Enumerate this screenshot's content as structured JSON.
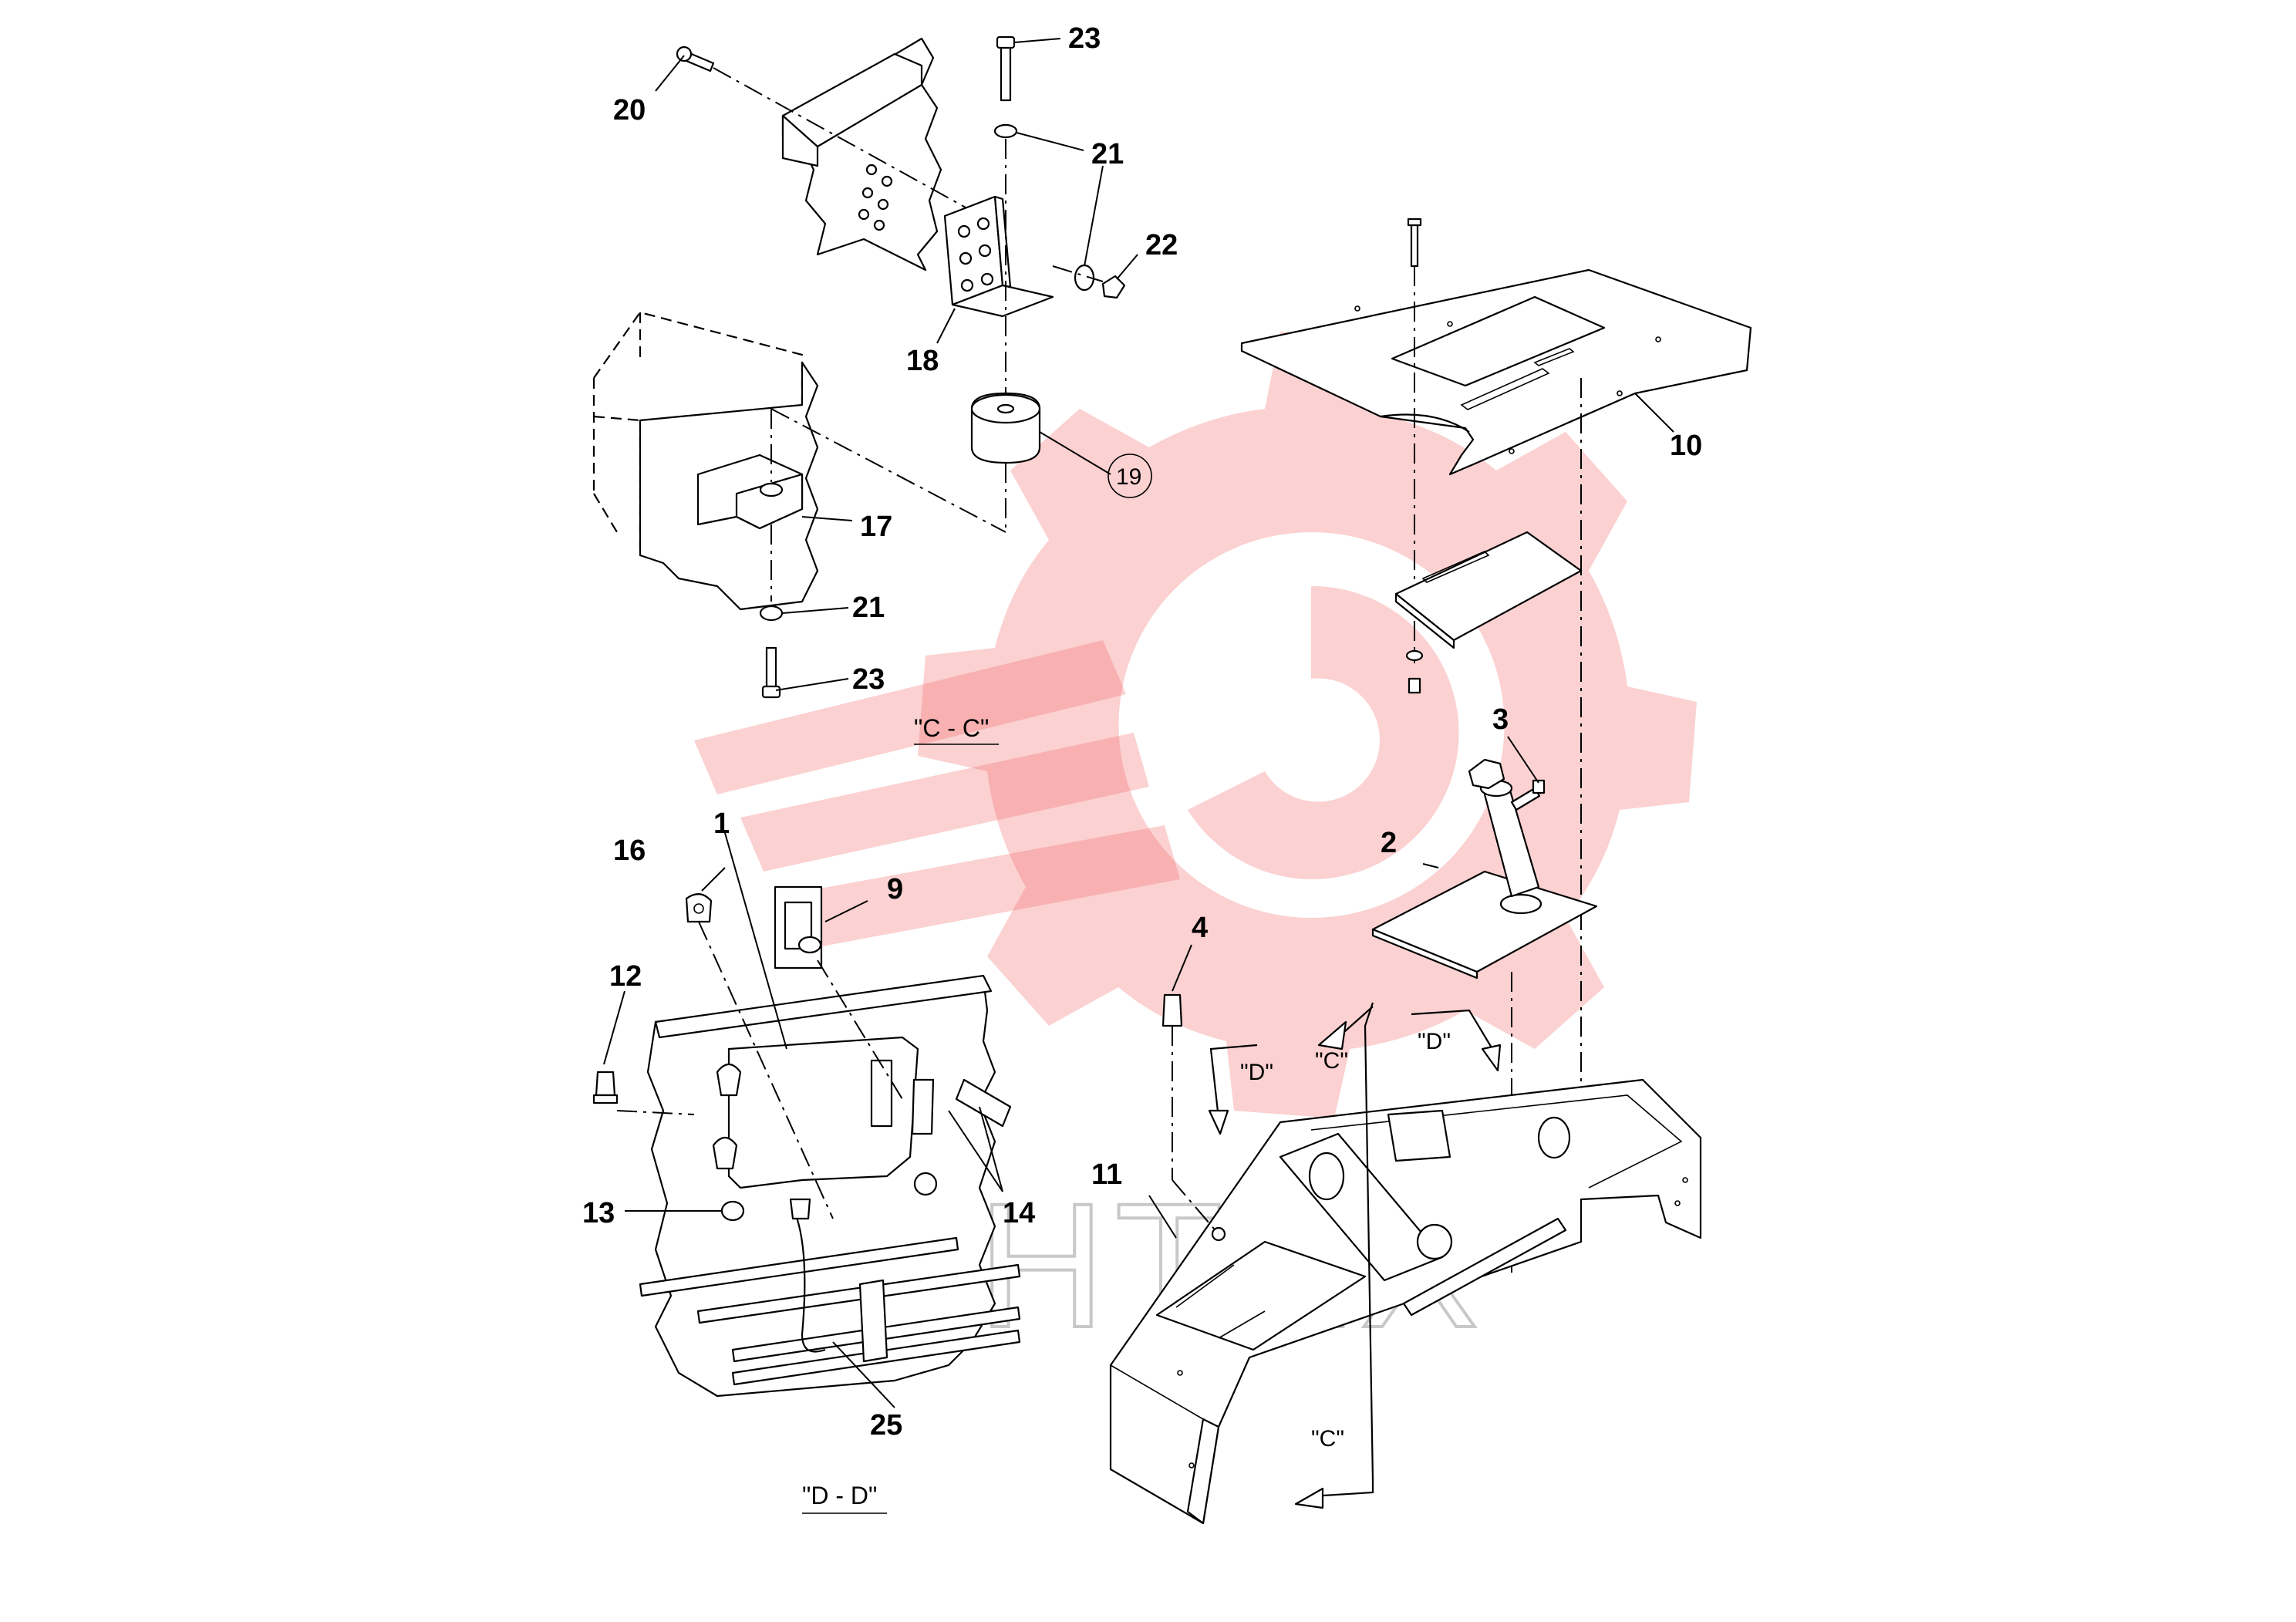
{
  "diagram": {
    "watermark": {
      "text": "ИНТЕХ",
      "color": "#f15a5a"
    },
    "section_labels": {
      "cc": "\"C - C\"",
      "dd": "\"D - D\""
    },
    "view_markers": {
      "c": "\"C\"",
      "d": "\"D\""
    },
    "part_numbers": {
      "p1": "1",
      "p2": "2",
      "p3": "3",
      "p4": "4",
      "p9": "9",
      "p10": "10",
      "p11": "11",
      "p12": "12",
      "p13": "13",
      "p14": "14",
      "p16": "16",
      "p17": "17",
      "p18": "18",
      "p19": "19",
      "p20": "20",
      "p21": "21",
      "p22": "22",
      "p23": "23",
      "p25": "25"
    }
  }
}
